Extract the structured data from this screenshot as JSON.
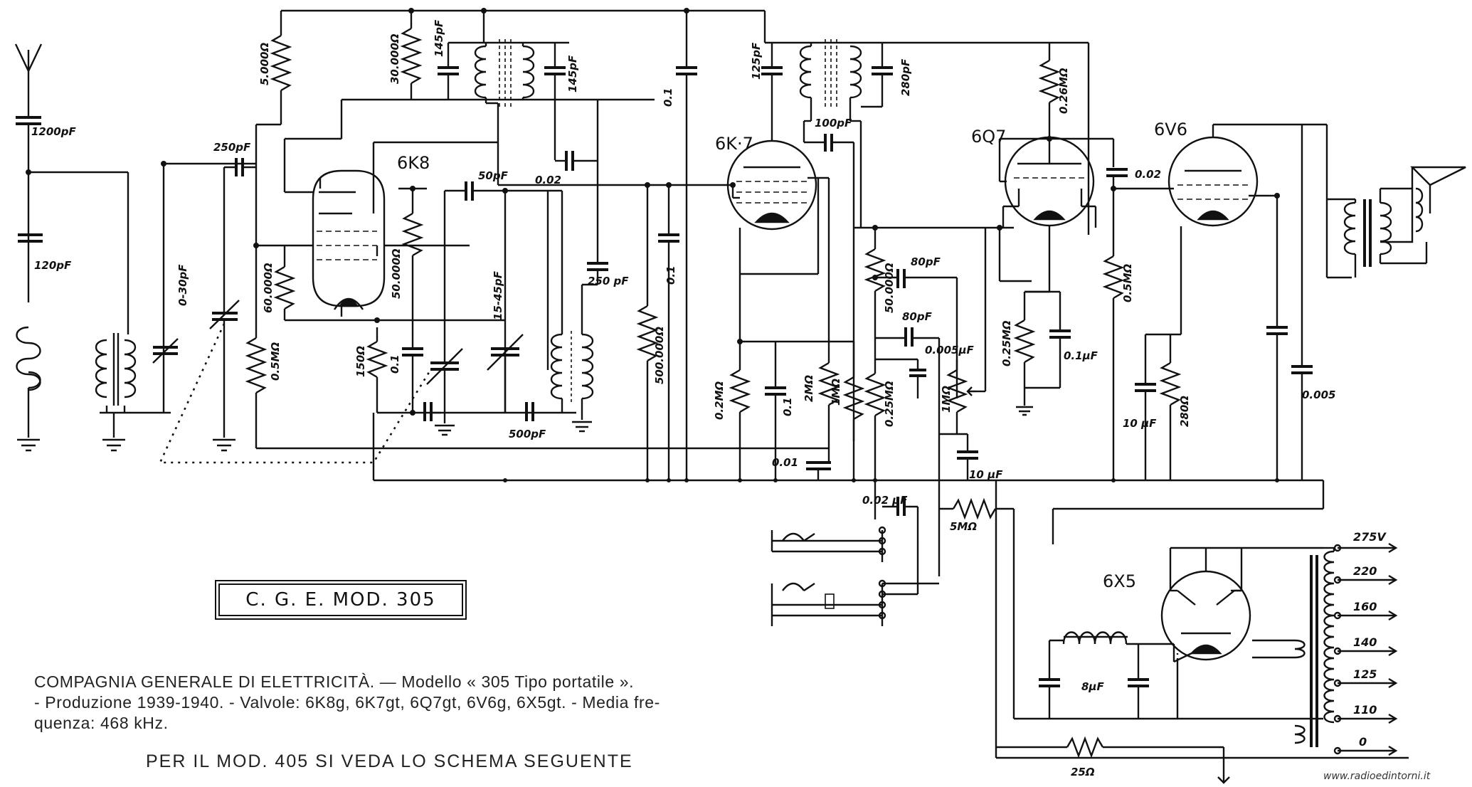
{
  "model_label": "C. G. E.   MOD. 305",
  "caption": {
    "line1": "COMPAGNIA GENERALE DI ELETTRICITÀ. — Modello « 305 Tipo portatile ».",
    "line2": "- Produzione 1939-1940. - Valvole: 6K8g, 6K7gt, 6Q7gt, 6V6g, 6X5gt. - Media fre-",
    "line3": "quenza: 468 kHz."
  },
  "footer_note": "PER IL MOD. 405 SI VEDA LO SCHEMA SEGUENTE",
  "watermark": "www.radioedintorni.it",
  "tubes": {
    "t1": "6K8",
    "t2": "6K·7",
    "t3": "6Q7",
    "t4": "6V6",
    "t5": "6X5"
  },
  "labels": {
    "c_ant": "1200pF",
    "c_120": "120pF",
    "c_250a": "250pF",
    "c_030": "0-30pF",
    "r_5000": "5.000Ω",
    "r_30000": "30.000Ω",
    "c_145a": "145pF",
    "c_145b": "145pF",
    "c_01a": "0.1",
    "c_125": "125pF",
    "c_100": "100pF",
    "c_280": "280pF",
    "r_026": "0.26MΩ",
    "c_002a": "0.02",
    "c_002b": "0.02",
    "c_50": "50pF",
    "r_60000": "60.000Ω",
    "r_05a": "0.5MΩ",
    "r_50000a": "50.000Ω",
    "c_1545": "15-45pF",
    "c_250b": "250 pF",
    "c_01b": "0.1",
    "r_500000": "500.000Ω",
    "r_150": "150Ω",
    "c_01c": "0.1",
    "c_500": "500pF",
    "r_02": "0.2MΩ",
    "c_01d": "0.1",
    "r_2": "2MΩ",
    "r_1a": "1MΩ",
    "c_80a": "80pF",
    "r_50000b": "50.000Ω",
    "c_80b": "80pF",
    "r_025a": "0.25MΩ",
    "c_0005a": "0.005µF",
    "r_1b": "1MΩ",
    "c_001": "0.01",
    "r_025b": "0.25MΩ",
    "c_01uf": "0.1µF",
    "r_05b": "0.5MΩ",
    "c_10a": "10 µF",
    "r_280": "280Ω",
    "c_10b": "10 µF",
    "c_0005b": "0.005",
    "c_002uf": "0.02 µF",
    "r_5": "5MΩ",
    "c_8": "8µF",
    "r_25": "25Ω"
  },
  "mains_taps": [
    "275V",
    "220",
    "160",
    "140",
    "125",
    "110",
    "0"
  ]
}
